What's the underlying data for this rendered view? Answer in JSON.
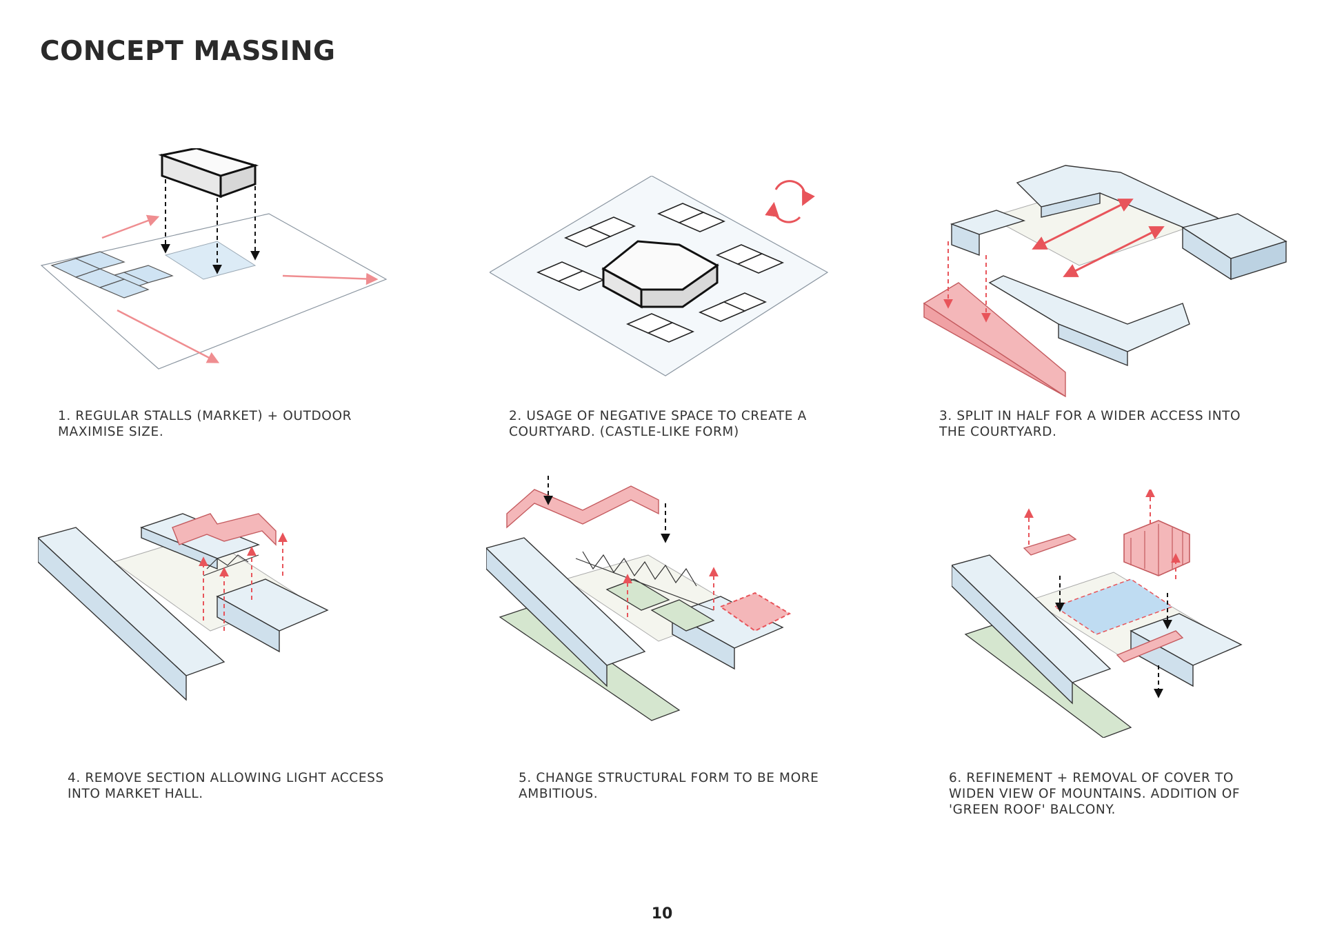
{
  "page": {
    "title": "CONCEPT MASSING",
    "number": "10"
  },
  "colors": {
    "mass_fill": "#e6f0f6",
    "mass_side": "#cfe0ec",
    "accent_red": "#e8545a",
    "red_fill": "#f4b7b9",
    "glass_blue": "#bfdcf2",
    "green_roof": "#d5e6cf",
    "ground": "#eef4f8"
  },
  "steps": [
    {
      "caption": "1. REGULAR STALLS (MARKET) + OUTDOOR MAXIMISE SIZE."
    },
    {
      "caption": "2. USAGE OF NEGATIVE SPACE TO CREATE A COURTYARD. (CASTLE-LIKE FORM)"
    },
    {
      "caption": "3. SPLIT IN HALF FOR A WIDER ACCESS INTO THE COURTYARD."
    },
    {
      "caption": "4. REMOVE SECTION ALLOWING LIGHT ACCESS INTO MARKET HALL."
    },
    {
      "caption": "5. CHANGE STRUCTURAL FORM TO BE MORE AMBITIOUS."
    },
    {
      "caption": "6. REFINEMENT + REMOVAL OF COVER TO WIDEN VIEW OF MOUNTAINS. ADDITION OF 'GREEN ROOF' BALCONY."
    }
  ]
}
